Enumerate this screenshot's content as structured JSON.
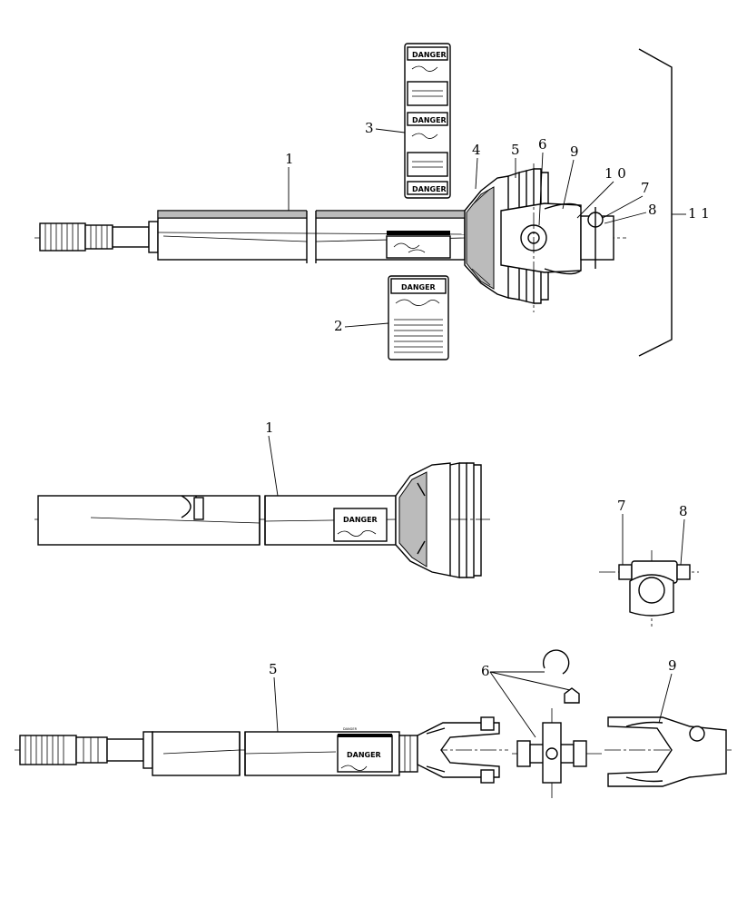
{
  "callouts": {
    "c1_top": "1",
    "c2": "2",
    "c3": "3",
    "c4": "4",
    "c5_top": "5",
    "c6_top": "6",
    "c7_top": "7",
    "c8_top": "8",
    "c9_top": "9",
    "c10": "1 0",
    "c11": "1 1",
    "c1_mid": "1",
    "c7_mid": "7",
    "c8_mid": "8",
    "c5_bot": "5",
    "c6_bot": "6",
    "c9_bot": "9"
  },
  "decals": {
    "danger_word": "DANGER",
    "small_line": "DANGER"
  }
}
